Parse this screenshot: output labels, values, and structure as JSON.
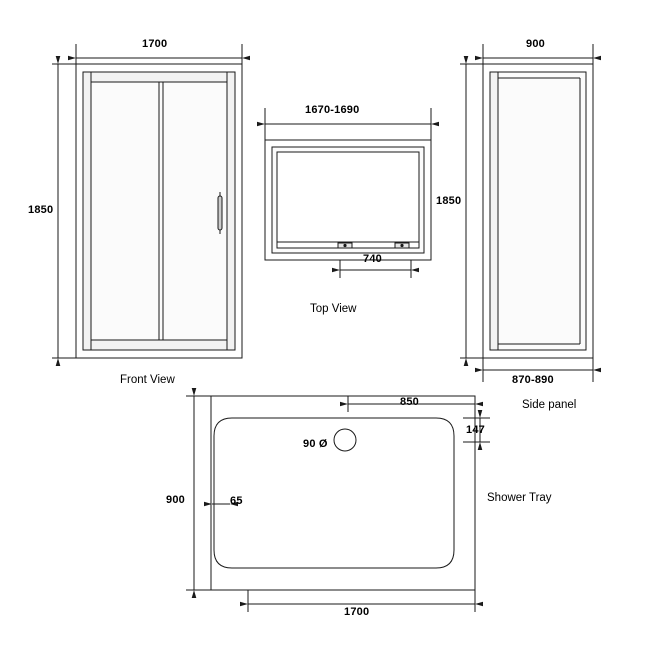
{
  "diagram": {
    "title": "Shower enclosure technical drawing",
    "line_color": "#1a1a1a",
    "glass_fill": "#fbfbfb",
    "frame_color": "#4d4d4d"
  },
  "views": {
    "front": {
      "caption": "Front View",
      "width_label": "1700",
      "height_label": "1850"
    },
    "top": {
      "caption": "Top View",
      "width_label": "1670-1690",
      "inner_label": "740"
    },
    "side": {
      "caption": "Side panel",
      "width_label": "900",
      "height_label": "1850",
      "base_label": "870-890"
    },
    "tray": {
      "caption": "Shower Tray",
      "top_label": "850",
      "right_label": "147",
      "left_label": "900",
      "inner_left_label": "65",
      "bottom_label": "1700",
      "waste_label": "90 Ø"
    }
  }
}
